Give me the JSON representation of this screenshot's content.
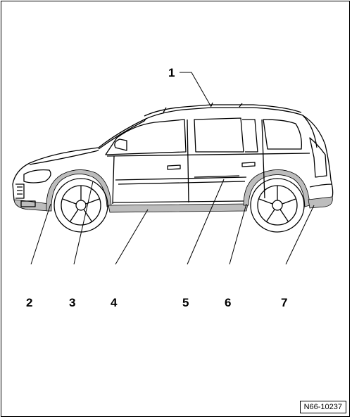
{
  "figure": {
    "callouts": [
      "1",
      "2",
      "3",
      "4",
      "5",
      "6",
      "7"
    ],
    "figure_code": "N66-10237"
  },
  "colors": {
    "line": "#000000",
    "highlight_part": "#bdbdbd",
    "background": "#ffffff"
  }
}
